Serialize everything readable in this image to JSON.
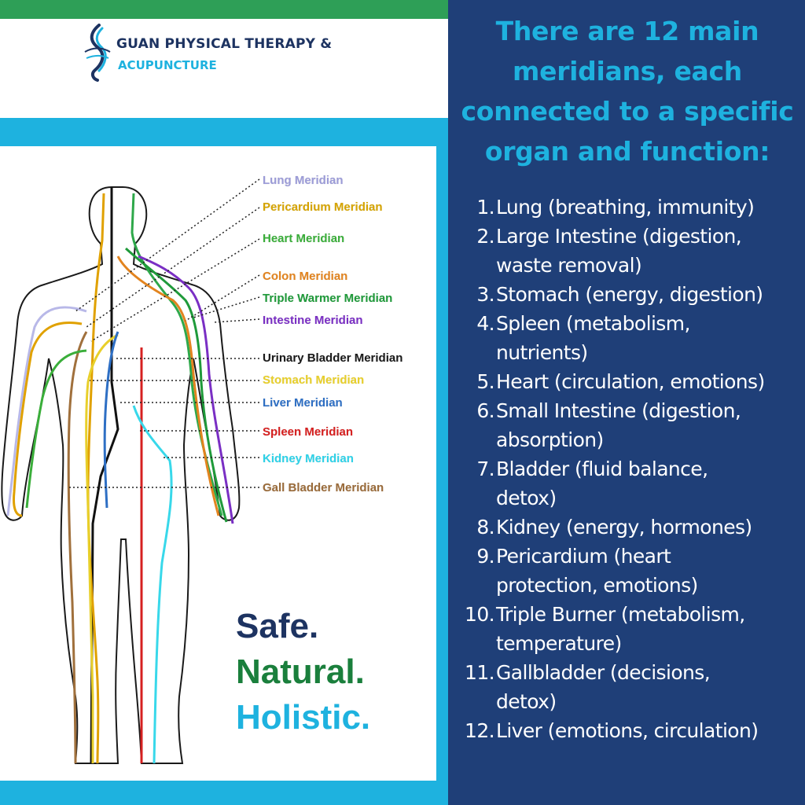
{
  "brand": {
    "name_line1": "GUAN PHYSICAL THERAPY &",
    "name_line2": "ACUPUNCTURE"
  },
  "diagram": {
    "labels": [
      {
        "text": "Lung Meridian",
        "color": "#9c9cd8"
      },
      {
        "text": "Pericardium Meridian",
        "color": "#d6a400"
      },
      {
        "text": "Heart Meridian",
        "color": "#3aae3a"
      },
      {
        "text": "Colon Meridian",
        "color": "#e2841f"
      },
      {
        "text": "Triple Warmer Meridian",
        "color": "#1f9a3a"
      },
      {
        "text": "Intestine Meridian",
        "color": "#7a2fc4"
      },
      {
        "text": "Urinary Bladder Meridian",
        "color": "#1a1a1a"
      },
      {
        "text": "Stomach Meridian",
        "color": "#e8cf2a"
      },
      {
        "text": "Liver Meridian",
        "color": "#2e6fc4"
      },
      {
        "text": "Spleen Meridian",
        "color": "#d62020"
      },
      {
        "text": "Kidney Meridian",
        "color": "#2ed2e8"
      },
      {
        "text": "Gall Bladder Meridian",
        "color": "#9a6b3a"
      }
    ]
  },
  "tagline": {
    "line1": "Safe.",
    "line2": "Natural.",
    "line3": "Holistic."
  },
  "heading": {
    "line1": "There are 12 main",
    "line2": "meridians, each",
    "line3": "connected to a specific",
    "line4": "organ and function:"
  },
  "items": [
    {
      "num": "1.",
      "lines": [
        "Lung (breathing, immunity)"
      ]
    },
    {
      "num": "2.",
      "lines": [
        "Large Intestine (digestion,",
        "waste removal)"
      ]
    },
    {
      "num": "3.",
      "lines": [
        "Stomach (energy, digestion)"
      ]
    },
    {
      "num": "4.",
      "lines": [
        "Spleen (metabolism,",
        "nutrients)"
      ]
    },
    {
      "num": "5.",
      "lines": [
        "Heart (circulation, emotions)"
      ]
    },
    {
      "num": "6.",
      "lines": [
        "Small Intestine (digestion,",
        "absorption)"
      ]
    },
    {
      "num": "7.",
      "lines": [
        "Bladder (fluid balance,",
        "detox)"
      ]
    },
    {
      "num": "8.",
      "lines": [
        "Kidney (energy, hormones)"
      ]
    },
    {
      "num": "9.",
      "lines": [
        "Pericardium (heart",
        "protection, emotions)"
      ]
    },
    {
      "num": "10.",
      "lines": [
        "Triple Burner (metabolism,",
        "temperature)"
      ]
    },
    {
      "num": "11.",
      "lines": [
        "Gallbladder (decisions,",
        "detox)"
      ]
    },
    {
      "num": "12.",
      "lines": [
        "Liver (emotions, circulation)"
      ]
    }
  ],
  "colors": {
    "navy": "#1f3f78",
    "cyan": "#1eb2df",
    "green": "#2e9f57",
    "tag_navy": "#1d3361",
    "tag_green": "#1a7f3c",
    "tag_cyan": "#1eb2df"
  }
}
